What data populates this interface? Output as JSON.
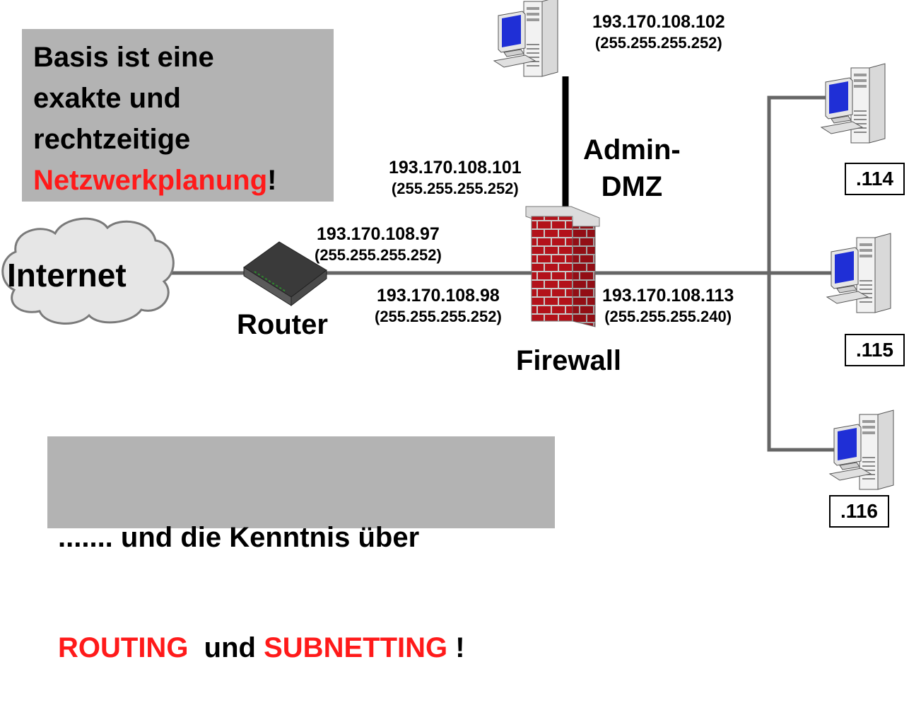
{
  "top_note": {
    "lines": [
      "Basis ist eine",
      "exakte und",
      "rechtzeitige"
    ],
    "highlight": "Netzwerkplanung",
    "tail": "!"
  },
  "bottom_note": {
    "line1": "....... und die Kenntnis über",
    "word1": "ROUTING",
    "mid": "und",
    "word2": "SUBNETTING",
    "tail": "!"
  },
  "nodes": {
    "internet": "Internet",
    "router": "Router",
    "firewall": "Firewall",
    "dmz": [
      "Admin-",
      "DMZ"
    ]
  },
  "addresses": {
    "router_wan_ip": "193.170.108.97",
    "router_wan_mask": "(255.255.255.252)",
    "fw_wan_ip": "193.170.108.98",
    "fw_wan_mask": "(255.255.255.252)",
    "fw_dmz_ip": "193.170.108.101",
    "fw_dmz_mask": "(255.255.255.252)",
    "admin_ip": "193.170.108.102",
    "admin_mask": "(255.255.255.252)",
    "fw_lan_ip": "193.170.108.113",
    "fw_lan_mask": "(255.255.255.240)"
  },
  "hosts": [
    ".114",
    ".115",
    ".116"
  ],
  "colors": {
    "highlight": "#ff1a1a",
    "note_bg": "#b3b3b3",
    "brick": "#b3121a",
    "line": "#666666"
  }
}
